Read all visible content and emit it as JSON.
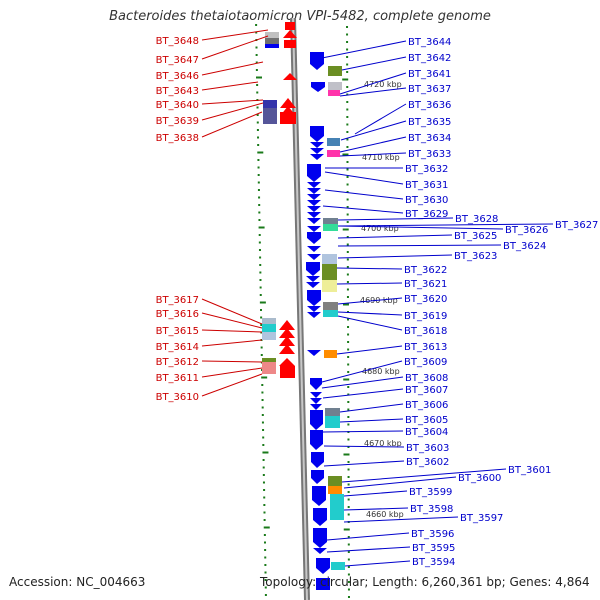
{
  "title": "Bacteroides thetaiotaomicron VPI-5482, complete genome",
  "accession_text": "Accession: NC_004663",
  "topology_text": "Topology: circular; Length: 6,260,361 bp; Genes: 4,864",
  "colors": {
    "left_label": "#cc0000",
    "right_label": "#0000cc",
    "reverse_arrow": "#ff0000",
    "forward_arrow": "#0000ee",
    "backbone": "#808080",
    "tick": "#1a7a1a"
  },
  "scale_labels": [
    "4720 kbp",
    "4710 kbp",
    "4700 kbp",
    "4690 kbp",
    "4680 kbp",
    "4670 kbp",
    "4660 kbp"
  ],
  "left_genes": [
    "BT_3648",
    "BT_3647",
    "BT_3646",
    "BT_3643",
    "BT_3640",
    "BT_3639",
    "BT_3638",
    "BT_3617",
    "BT_3616",
    "BT_3615",
    "BT_3614",
    "BT_3612",
    "BT_3611",
    "BT_3610"
  ],
  "right_genes": [
    "BT_3644",
    "BT_3642",
    "BT_3641",
    "BT_3637",
    "BT_3636",
    "BT_3635",
    "BT_3634",
    "BT_3633",
    "BT_3632",
    "BT_3631",
    "BT_3630",
    "BT_3629",
    "BT_3628",
    "BT_3626",
    "BT_3627",
    "BT_3625",
    "BT_3624",
    "BT_3623",
    "BT_3622",
    "BT_3621",
    "BT_3620",
    "BT_3619",
    "BT_3618",
    "BT_3613",
    "BT_3609",
    "BT_3608",
    "BT_3607",
    "BT_3606",
    "BT_3605",
    "BT_3604",
    "BT_3603",
    "BT_3602",
    "BT_3601",
    "BT_3600",
    "BT_3599",
    "BT_3598",
    "BT_3597",
    "BT_3596",
    "BT_3595",
    "BT_3594"
  ]
}
